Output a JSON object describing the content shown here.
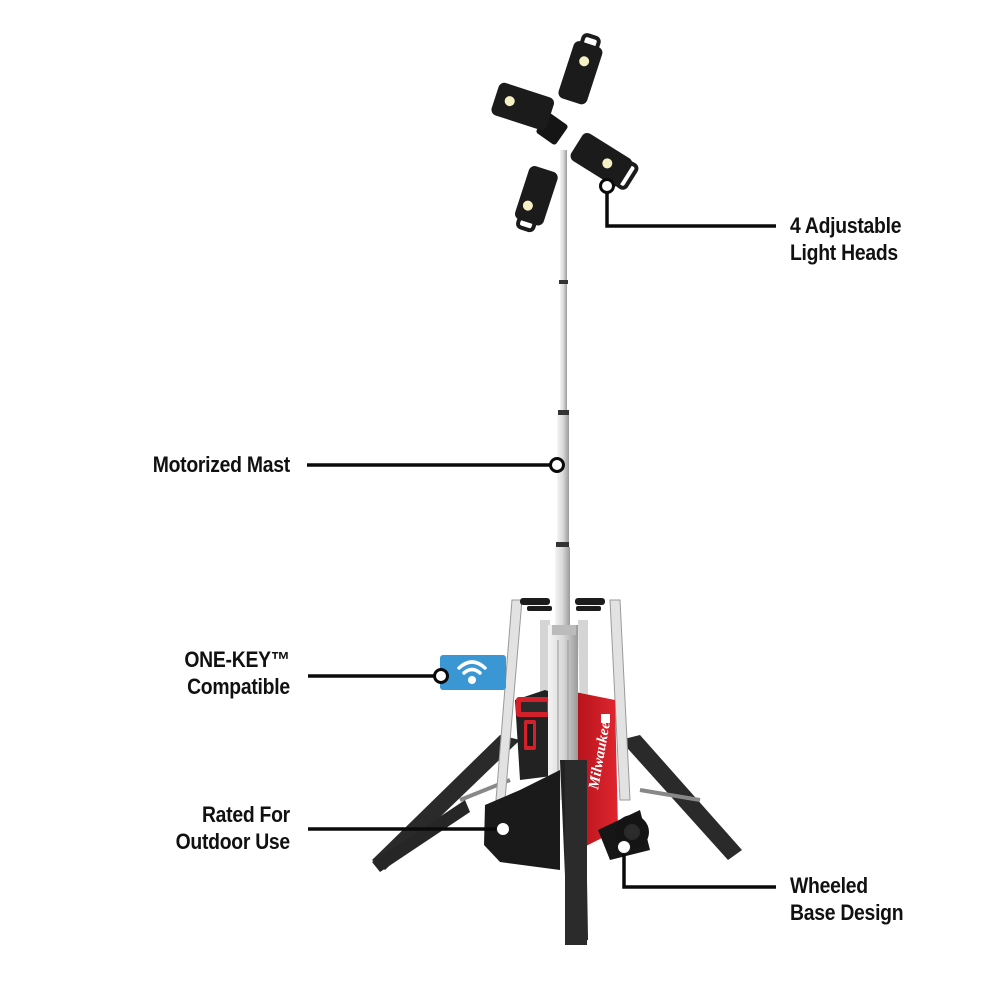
{
  "image": {
    "subject": "Cordless tower light with 4 light heads, telescoping mast, and wheeled tripod base",
    "brand_text": "Milwaukee",
    "background_color": "#ffffff",
    "accent_red": "#d4202a",
    "accent_blue": "#3a97d4"
  },
  "callouts": [
    {
      "id": "light-heads",
      "lines": [
        "4 Adjustable",
        "Light Heads"
      ],
      "side": "right"
    },
    {
      "id": "mast",
      "lines": [
        "Motorized Mast"
      ],
      "side": "left"
    },
    {
      "id": "one-key",
      "lines": [
        "ONE-KEY™",
        "Compatible"
      ],
      "side": "left",
      "icon": "wifi-icon"
    },
    {
      "id": "outdoor",
      "lines": [
        "Rated For",
        "Outdoor Use"
      ],
      "side": "left"
    },
    {
      "id": "wheels",
      "lines": [
        "Wheeled",
        "Base Design"
      ],
      "side": "right"
    }
  ]
}
